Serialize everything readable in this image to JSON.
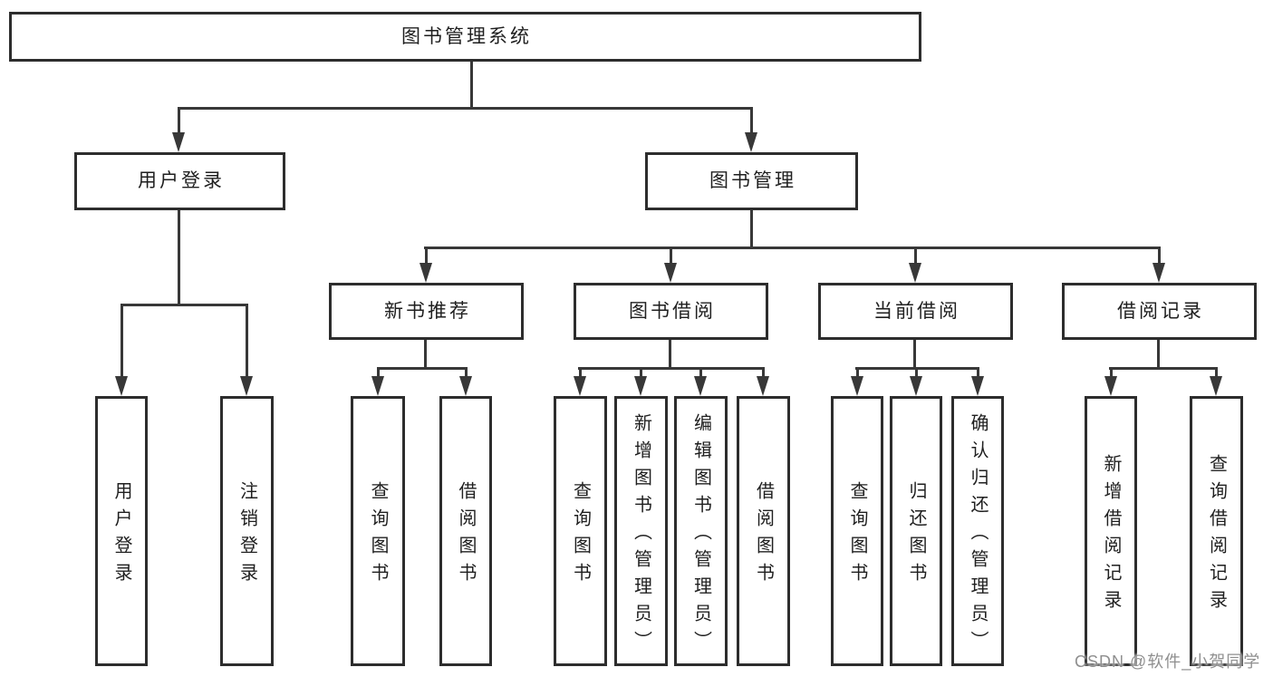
{
  "watermark": "CSDN @软件_小贺同学",
  "colors": {
    "line": "#383838",
    "border": "#2d2d2d",
    "text": "#1f1f1f",
    "wm": "#8f8f8f",
    "bg": "#ffffff"
  },
  "tree": {
    "root": {
      "label": "图书管理系统",
      "children": [
        {
          "label": "用户登录",
          "children": [
            {
              "label": "用户登录"
            },
            {
              "label": "注销登录"
            }
          ]
        },
        {
          "label": "图书管理",
          "children": [
            {
              "label": "新书推荐",
              "children": [
                {
                  "label": "查询图书"
                },
                {
                  "label": "借阅图书"
                }
              ]
            },
            {
              "label": "图书借阅",
              "children": [
                {
                  "label": "查询图书"
                },
                {
                  "label": "新增图书（管理员）"
                },
                {
                  "label": "编辑图书（管理员）"
                },
                {
                  "label": "借阅图书"
                }
              ]
            },
            {
              "label": "当前借阅",
              "children": [
                {
                  "label": "查询图书"
                },
                {
                  "label": "归还图书"
                },
                {
                  "label": "确认归还（管理员）"
                }
              ]
            },
            {
              "label": "借阅记录",
              "children": [
                {
                  "label": "新增借阅记录"
                },
                {
                  "label": "查询借阅记录"
                }
              ]
            }
          ]
        }
      ]
    }
  }
}
